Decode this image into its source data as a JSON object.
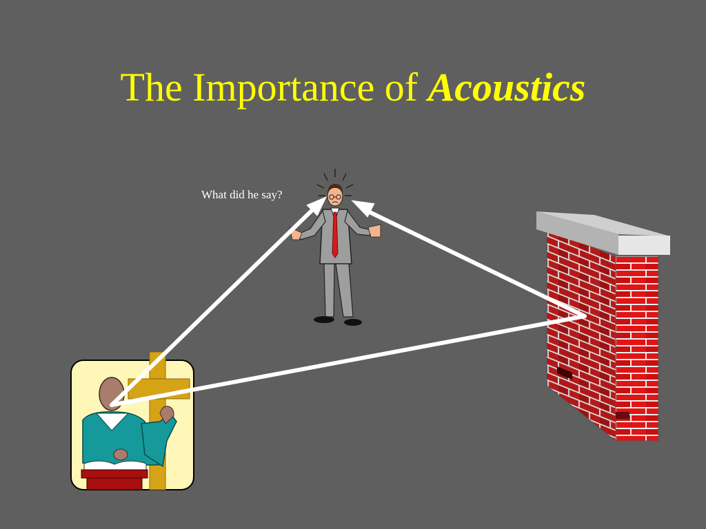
{
  "slide": {
    "title_plain": "The Importance of ",
    "title_emphasis": "Acoustics",
    "caption": "What did he say?"
  },
  "colors": {
    "background": "#5f5f5f",
    "title": "#ffff00",
    "arrow": "#ffffff",
    "brick": "#d81a1a",
    "mortar": "#f2f2f2"
  },
  "icons": [
    "preacher-icon",
    "confused-listener-icon",
    "brick-wall-icon"
  ]
}
